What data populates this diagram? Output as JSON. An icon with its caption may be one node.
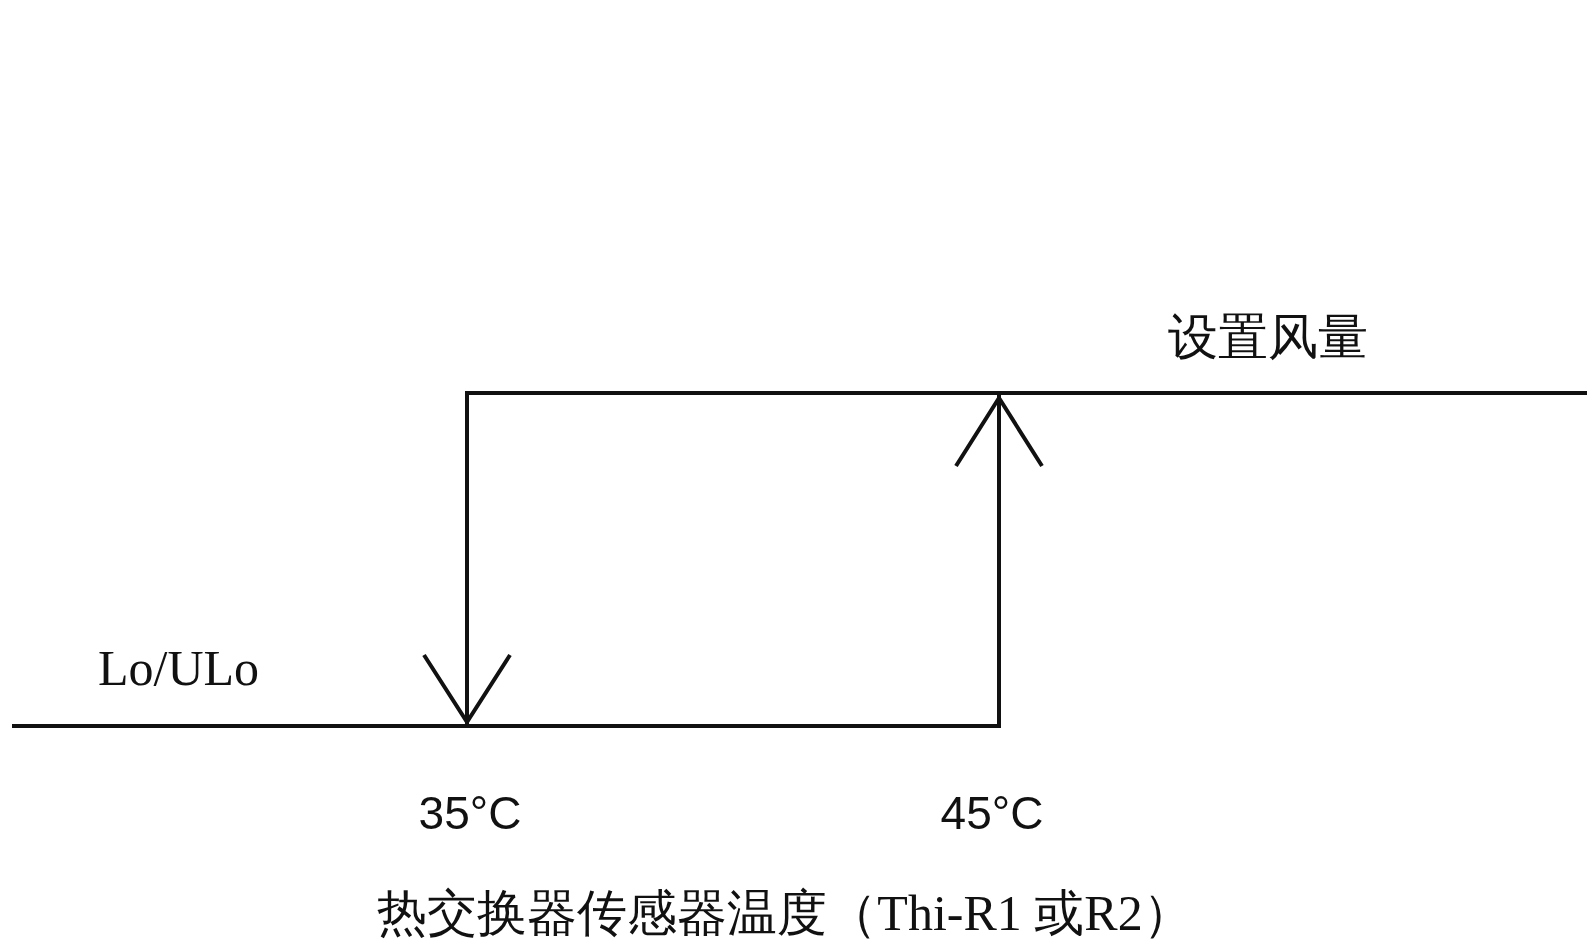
{
  "diagram": {
    "labels": [
      "设置风量",
      "Lo/ULo",
      "35°C",
      "45°C",
      "热交换器传感器温度（Thi-R1 或R2）"
    ]
  }
}
